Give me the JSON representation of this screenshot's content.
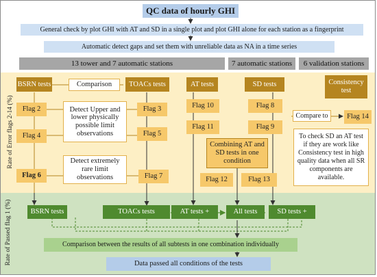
{
  "title": "QC data of hourly GHI",
  "general_check": "General check by plot GHI with AT and SD in a single plot and plot GHI alone for each station as a fingerprint",
  "auto_detect": "Automatic detect gaps and set them with unreliable data as NA in a time series",
  "groups": {
    "tower_auto": "13 tower and 7 automatic stations",
    "auto": "7 automatic stations",
    "validation": "6 validation stations"
  },
  "tests": {
    "bsrn": "BSRN tests",
    "comparison": "Comparison",
    "toacs": "TOACs tests",
    "at": "AT tests",
    "sd": "SD tests",
    "consistency": "Consistency test"
  },
  "flags": {
    "f2": "Flag 2",
    "f3": "Flag 3",
    "f4": "Flag 4",
    "f5": "Flag 5",
    "f6": "Flag 6",
    "f7": "Flag 7",
    "f8": "Flag 8",
    "f9": "Flag 9",
    "f10": "Flag 10",
    "f11": "Flag 11",
    "f12": "Flag 12",
    "f13": "Flag 13",
    "f14": "Flag 14"
  },
  "notes": {
    "upper_lower": "Detect Upper and lower physically possible limit observations",
    "extreme": "Detect extremely rare limit observations",
    "combining": "Combining AT and SD tests in one condition",
    "compare_to": "Compare to",
    "check_sd_at": "To check SD an AT test if they are work like Consistency test in high quality data when all SR components are available."
  },
  "side_labels": {
    "error": "Rate of Error flags 2-14 (%)",
    "passed": "Rate of Passed flag 1 (%)"
  },
  "bottom": {
    "bsrn": "BSRN tests",
    "toacs": "TOACs tests",
    "at_plus": "AT tests +",
    "all": "All tests",
    "sd_plus": "SD tests +",
    "comparison_all": "Comparison between the results of all subtests in one combination individually",
    "passed_all": "Data passed all conditions of the tests"
  },
  "colors": {
    "blue": "#b4cce9",
    "gray": "#a6a6a6",
    "brown": "#b58520",
    "flag": "#f6c86a",
    "green": "#4f8a2f",
    "lightgreen": "#a9d18e",
    "band_top": "#fdefc5",
    "band_bottom": "#cfe2c1"
  }
}
